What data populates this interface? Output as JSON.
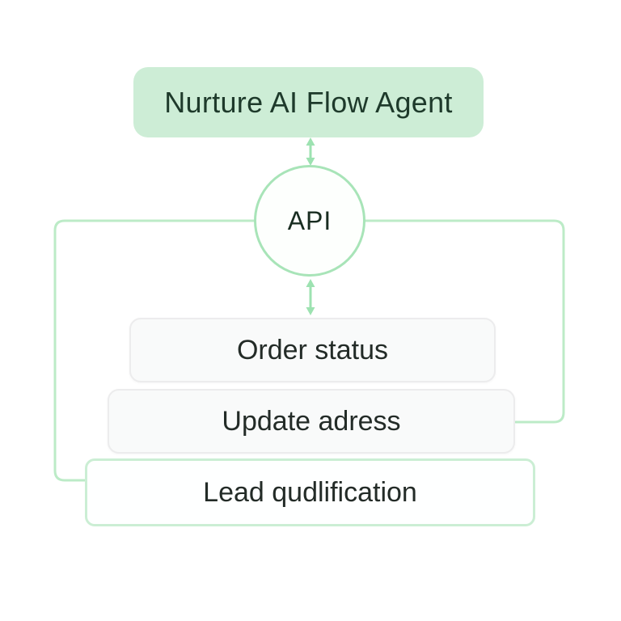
{
  "diagram": {
    "agent": {
      "label": "Nurture AI Flow Agent"
    },
    "hub": {
      "label": "API"
    },
    "tasks": [
      {
        "id": "order-status",
        "label": "Order status"
      },
      {
        "id": "update-address",
        "label": "Update adress"
      },
      {
        "id": "lead-qualification",
        "label": "Lead qudlification"
      }
    ],
    "colors": {
      "background": "#ffffff",
      "agent_fill": "#cdedd6",
      "agent_text": "#1e3a2b",
      "hub_fill": "#fdfffd",
      "hub_border": "#a8e4b8",
      "hub_text": "#192d21",
      "connector": "#bcebc7",
      "arrow": "#9de2b1",
      "task_fill": "#f9fafa",
      "task_border": "#ececed",
      "task_text": "#232b27",
      "lead_fill": "#feffff",
      "lead_border": "#cbeed4"
    }
  }
}
